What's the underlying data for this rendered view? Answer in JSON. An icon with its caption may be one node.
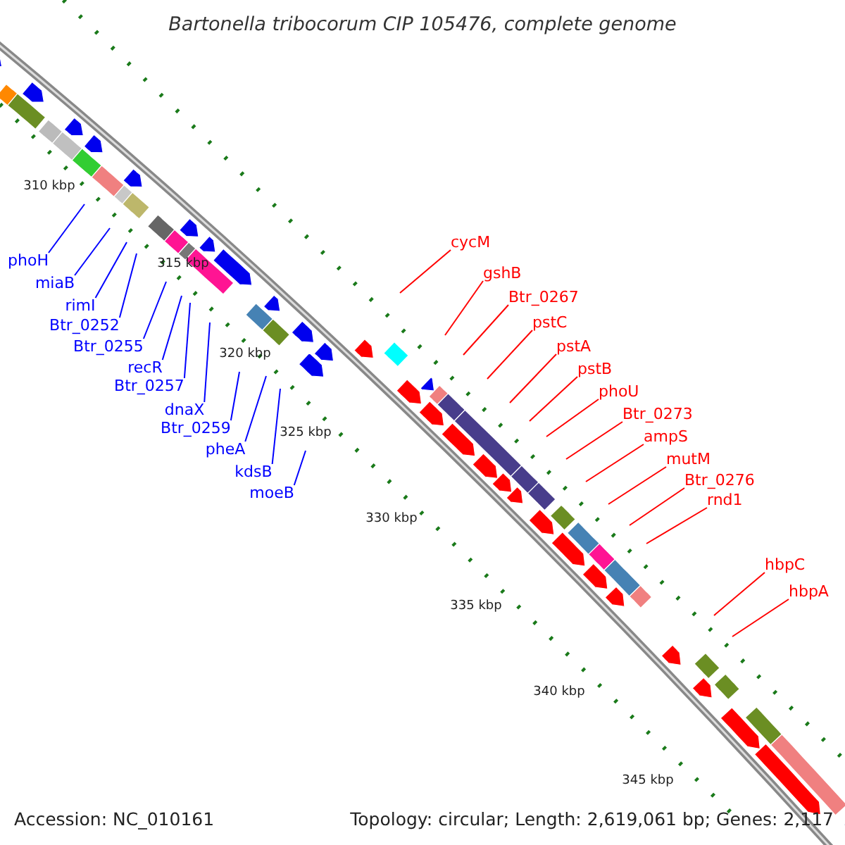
{
  "diagram": {
    "title": "Bartonella tribocorum CIP 105476, complete genome",
    "nodes": [
      {
        "text": [
          "phoH"
        ]
      },
      {
        "text": [
          "miaB"
        ]
      },
      {
        "text": [
          "rimI"
        ]
      },
      {
        "text": [
          "Btr_0252"
        ]
      },
      {
        "text": [
          "Btr_0255"
        ]
      },
      {
        "text": [
          "recR"
        ]
      },
      {
        "text": [
          "Btr_0257"
        ]
      },
      {
        "text": [
          "dnaX"
        ]
      },
      {
        "text": [
          "Btr_0259"
        ]
      },
      {
        "text": [
          "pheA"
        ]
      },
      {
        "text": [
          "kdsB"
        ]
      },
      {
        "text": [
          "moeB"
        ]
      },
      {
        "text": [
          "cycM"
        ]
      },
      {
        "text": [
          "gshB"
        ]
      },
      {
        "text": [
          "Btr_0267"
        ]
      },
      {
        "text": [
          "pstC"
        ]
      },
      {
        "text": [
          "pstA"
        ]
      },
      {
        "text": [
          "pstB"
        ]
      },
      {
        "text": [
          "phoU"
        ]
      },
      {
        "text": [
          "Btr_0273"
        ]
      },
      {
        "text": [
          "ampS"
        ]
      },
      {
        "text": [
          "mutM"
        ]
      },
      {
        "text": [
          "Btr_0276"
        ]
      },
      {
        "text": [
          "rnd1"
        ]
      },
      {
        "text": [
          "hbpC"
        ]
      },
      {
        "text": [
          "hbpA"
        ]
      }
    ],
    "edges": [
      {
        "from": 0,
        "to": null,
        "arrow": "none",
        "color": "#0000ff"
      },
      {
        "from": 1,
        "to": null,
        "arrow": "none",
        "color": "#0000ff"
      },
      {
        "from": 2,
        "to": null,
        "arrow": "none",
        "color": "#0000ff"
      },
      {
        "from": 3,
        "to": null,
        "arrow": "none",
        "color": "#0000ff"
      },
      {
        "from": 4,
        "to": null,
        "arrow": "none",
        "color": "#0000ff"
      },
      {
        "from": 5,
        "to": null,
        "arrow": "none",
        "color": "#0000ff"
      },
      {
        "from": 6,
        "to": null,
        "arrow": "none",
        "color": "#0000ff"
      },
      {
        "from": 7,
        "to": null,
        "arrow": "none",
        "color": "#0000ff"
      },
      {
        "from": 8,
        "to": null,
        "arrow": "none",
        "color": "#0000ff"
      },
      {
        "from": 9,
        "to": null,
        "arrow": "none",
        "color": "#0000ff"
      },
      {
        "from": 10,
        "to": null,
        "arrow": "none",
        "color": "#0000ff"
      },
      {
        "from": 11,
        "to": null,
        "arrow": "none",
        "color": "#0000ff"
      },
      {
        "from": 12,
        "to": null,
        "arrow": "none"
      },
      {
        "from": 13,
        "to": null,
        "arrow": "none"
      },
      {
        "from": 14,
        "to": null,
        "arrow": "none"
      },
      {
        "from": 15,
        "to": null,
        "arrow": "none"
      },
      {
        "from": 16,
        "to": null,
        "arrow": "none"
      },
      {
        "from": 17,
        "to": null,
        "arrow": "none"
      },
      {
        "from": 18,
        "to": null,
        "arrow": "none"
      },
      {
        "from": 19,
        "to": null,
        "arrow": "none"
      },
      {
        "from": 20,
        "to": null,
        "arrow": "none"
      },
      {
        "from": 21,
        "to": null,
        "arrow": "none"
      },
      {
        "from": 22,
        "to": null,
        "arrow": "none"
      },
      {
        "from": 23,
        "to": null,
        "arrow": "none"
      },
      {
        "from": 24,
        "to": null,
        "arrow": "none"
      },
      {
        "from": 25,
        "to": null,
        "arrow": "none"
      }
    ],
    "labels": [
      "310 kbp",
      "315 kbp",
      "320 kbp",
      "325 kbp",
      "330 kbp",
      "335 kbp",
      "340 kbp",
      "345 kbp",
      "Accession: NC_010161",
      "Topology: circular; Length: 2,619,061 bp; Genes: 2,117"
    ]
  }
}
